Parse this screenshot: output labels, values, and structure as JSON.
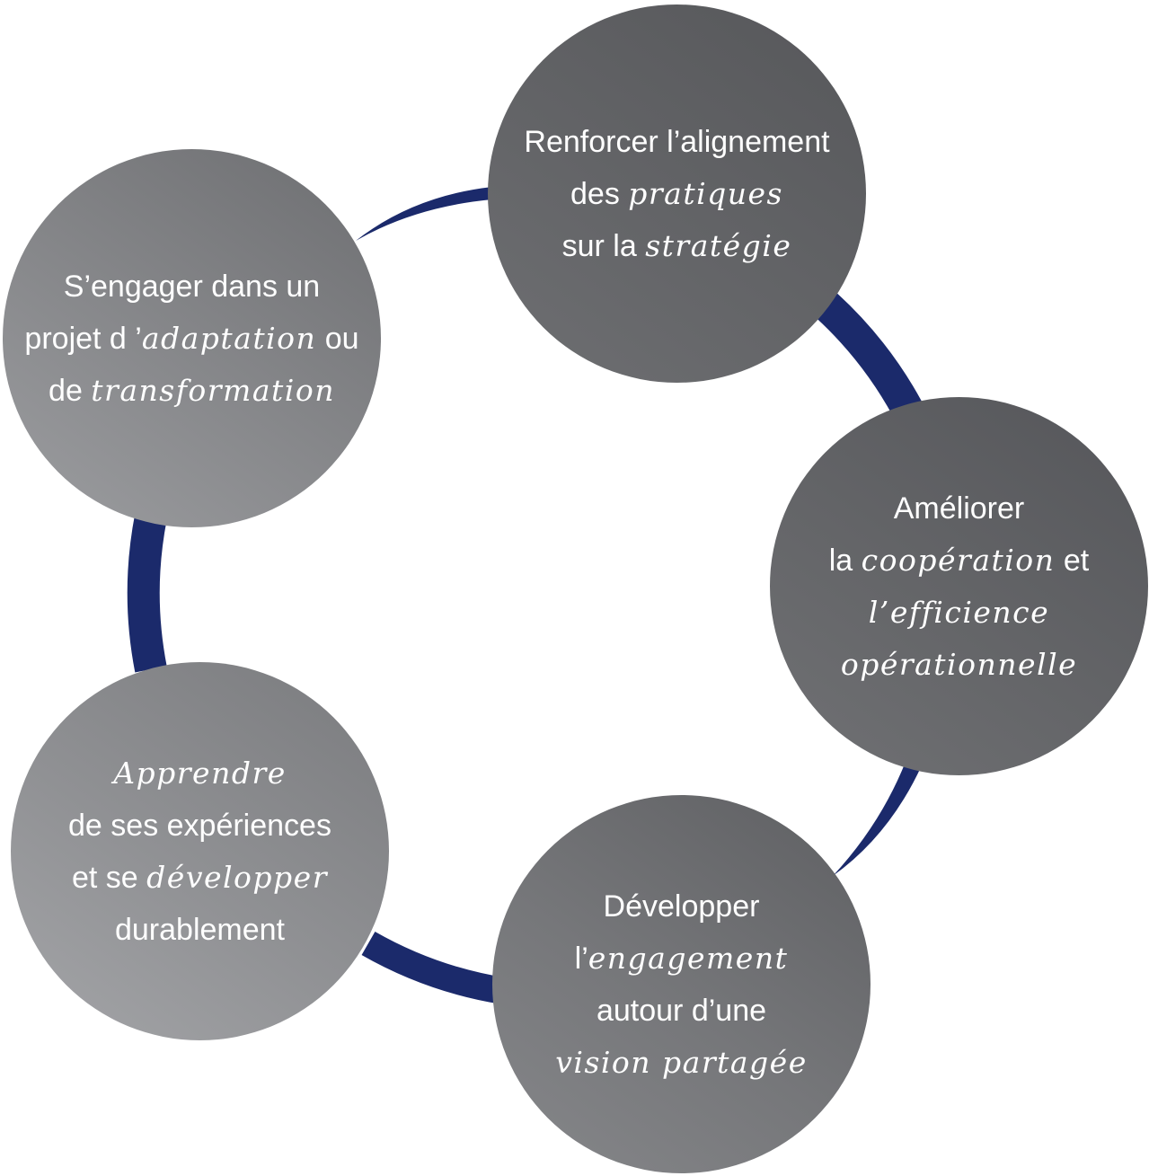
{
  "diagram": {
    "ring_color": "#1b2a6b",
    "nodes": [
      {
        "id": "alignement",
        "lines": [
          [
            {
              "text": "Renforcer l’alignement",
              "style": "plain"
            }
          ],
          [
            {
              "text": "des ",
              "style": "plain"
            },
            {
              "text": "pratiques",
              "style": "hand"
            }
          ],
          [
            {
              "text": "sur la ",
              "style": "plain"
            },
            {
              "text": "stratégie",
              "style": "hand"
            }
          ]
        ]
      },
      {
        "id": "cooperation",
        "lines": [
          [
            {
              "text": "Améliorer",
              "style": "plain"
            }
          ],
          [
            {
              "text": "la ",
              "style": "plain"
            },
            {
              "text": "coopération",
              "style": "hand"
            },
            {
              "text": " et",
              "style": "plain"
            }
          ],
          [
            {
              "text": "l’efficience",
              "style": "hand"
            }
          ],
          [
            {
              "text": "opérationnelle",
              "style": "hand"
            }
          ]
        ]
      },
      {
        "id": "engagement",
        "lines": [
          [
            {
              "text": "Développer",
              "style": "plain"
            }
          ],
          [
            {
              "text": "l’",
              "style": "plain"
            },
            {
              "text": "engagement",
              "style": "hand"
            }
          ],
          [
            {
              "text": "autour d’une",
              "style": "plain"
            }
          ],
          [
            {
              "text": "vision partagée",
              "style": "hand"
            }
          ]
        ]
      },
      {
        "id": "apprendre",
        "lines": [
          [
            {
              "text": "Apprendre",
              "style": "hand"
            }
          ],
          [
            {
              "text": "de ses expériences",
              "style": "plain"
            }
          ],
          [
            {
              "text": "et se ",
              "style": "plain"
            },
            {
              "text": "développer",
              "style": "hand"
            }
          ],
          [
            {
              "text": "durablement",
              "style": "plain"
            }
          ]
        ]
      },
      {
        "id": "transformation",
        "lines": [
          [
            {
              "text": "S’engager dans un",
              "style": "plain"
            }
          ],
          [
            {
              "text": "projet d ’",
              "style": "plain"
            },
            {
              "text": "adaptation",
              "style": "hand"
            },
            {
              "text": " ou",
              "style": "plain"
            }
          ],
          [
            {
              "text": "de ",
              "style": "plain"
            },
            {
              "text": "transformation",
              "style": "hand"
            }
          ]
        ]
      }
    ]
  }
}
